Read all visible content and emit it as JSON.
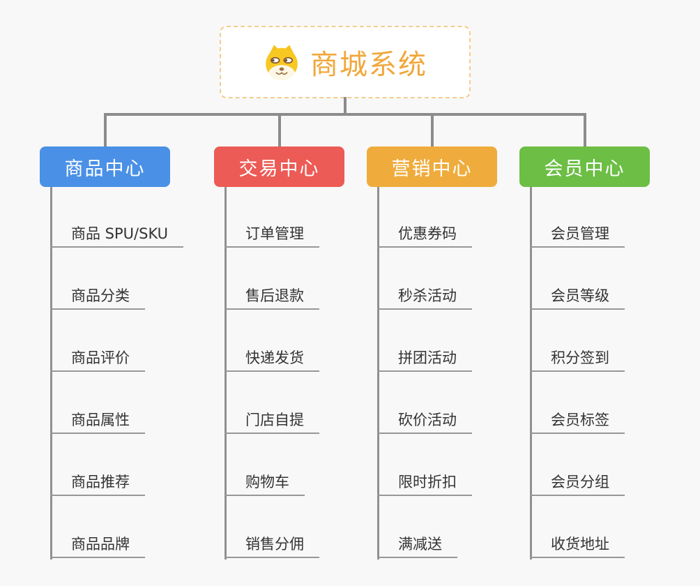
{
  "page": {
    "background_color": "#f8f8f8",
    "connector_color": "#8c8c8c"
  },
  "root": {
    "title": "商城系统",
    "icon": "dog-face-icon",
    "text_color": "#f0a73a",
    "border_color": "#f3cd8e"
  },
  "columns": [
    {
      "title": "商品中心",
      "color": "#4a90e6",
      "items": [
        "商品 SPU/SKU",
        "商品分类",
        "商品评价",
        "商品属性",
        "商品推荐",
        "商品品牌"
      ]
    },
    {
      "title": "交易中心",
      "color": "#ec5b55",
      "items": [
        "订单管理",
        "售后退款",
        "快递发货",
        "门店自提",
        "购物车",
        "销售分佣"
      ]
    },
    {
      "title": "营销中心",
      "color": "#efac3c",
      "items": [
        "优惠券码",
        "秒杀活动",
        "拼团活动",
        "砍价活动",
        "限时折扣",
        "满减送"
      ]
    },
    {
      "title": "会员中心",
      "color": "#6cbe45",
      "items": [
        "会员管理",
        "会员等级",
        "积分签到",
        "会员标签",
        "会员分组",
        "收货地址"
      ]
    }
  ]
}
